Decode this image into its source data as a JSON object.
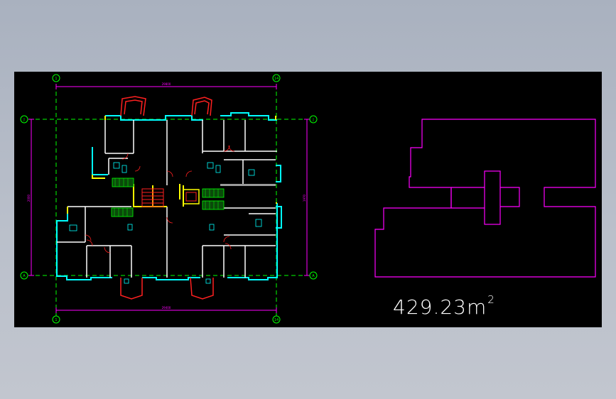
{
  "drawing": {
    "grid_labels": {
      "top_left": "1",
      "top_right": "14",
      "bottom_left": "1",
      "bottom_right": "14",
      "left_top": "J",
      "left_bottom": "A",
      "right_top": "J",
      "right_bottom": "A"
    },
    "dimensions": {
      "top": "29800",
      "bottom": "29400",
      "left": "2000",
      "right": "1970"
    },
    "area": {
      "value": "429.23m",
      "unit_exponent": "2"
    },
    "colors": {
      "background": "#000000",
      "walls_cyan": "#00ffff",
      "walls_white": "#ffffff",
      "doors_red": "#ff2020",
      "yellow": "#ffff00",
      "green": "#00ff00",
      "magenta": "#ff00ff"
    }
  }
}
